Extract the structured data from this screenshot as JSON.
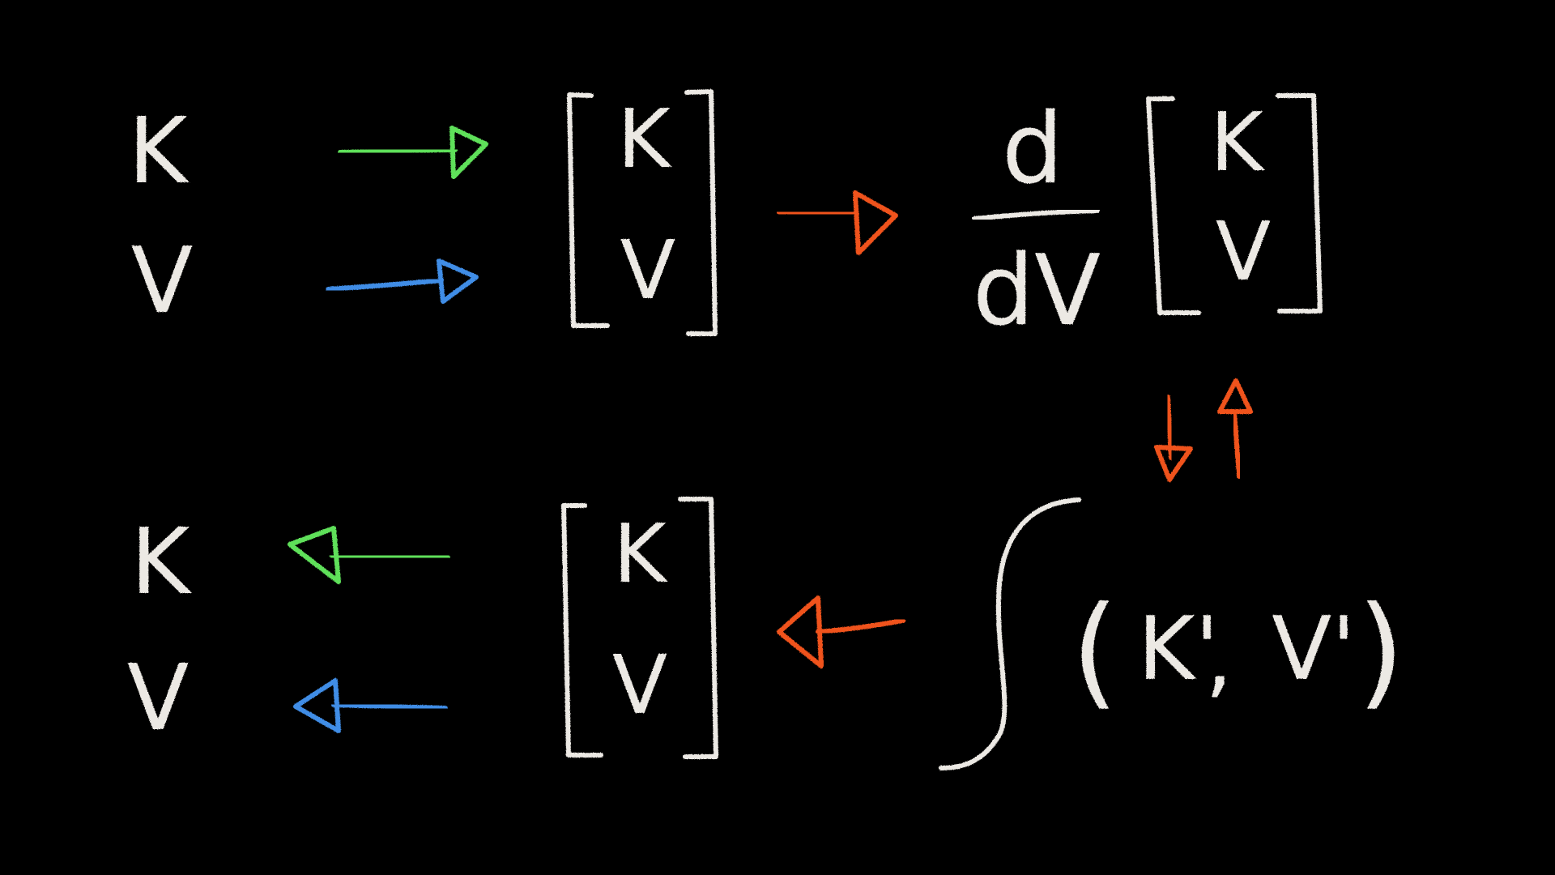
{
  "colors": {
    "background": "#000000",
    "chalk_white": "#ece9e4",
    "chalk_green": "#5ee05a",
    "chalk_blue": "#3f8de6",
    "chalk_orange": "#f0531d"
  },
  "top_row": {
    "var_k": "K",
    "var_v": "V",
    "vector_k": "K",
    "vector_v": "V",
    "deriv_numerator": "d",
    "deriv_denominator": "dV",
    "deriv_vector_k": "K",
    "deriv_vector_v": "V"
  },
  "bottom_row": {
    "var_k": "K",
    "var_v": "V",
    "vector_k": "K",
    "vector_v": "V",
    "open_paren": "(",
    "integrand_k": "K'",
    "comma": ",",
    "integrand_v": "V'",
    "close_paren": ")"
  },
  "arrows": [
    {
      "id": "top-k-arrow",
      "color": "green",
      "direction": "right"
    },
    {
      "id": "top-v-arrow",
      "color": "blue",
      "direction": "right"
    },
    {
      "id": "to-derivative-arrow",
      "color": "orange",
      "direction": "right"
    },
    {
      "id": "derivative-to-integral-arrow",
      "color": "orange",
      "direction": "down"
    },
    {
      "id": "integral-to-derivative-arrow",
      "color": "orange",
      "direction": "up"
    },
    {
      "id": "from-integral-arrow",
      "color": "orange",
      "direction": "left"
    },
    {
      "id": "bottom-k-arrow",
      "color": "green",
      "direction": "left"
    },
    {
      "id": "bottom-v-arrow",
      "color": "blue",
      "direction": "left"
    }
  ]
}
